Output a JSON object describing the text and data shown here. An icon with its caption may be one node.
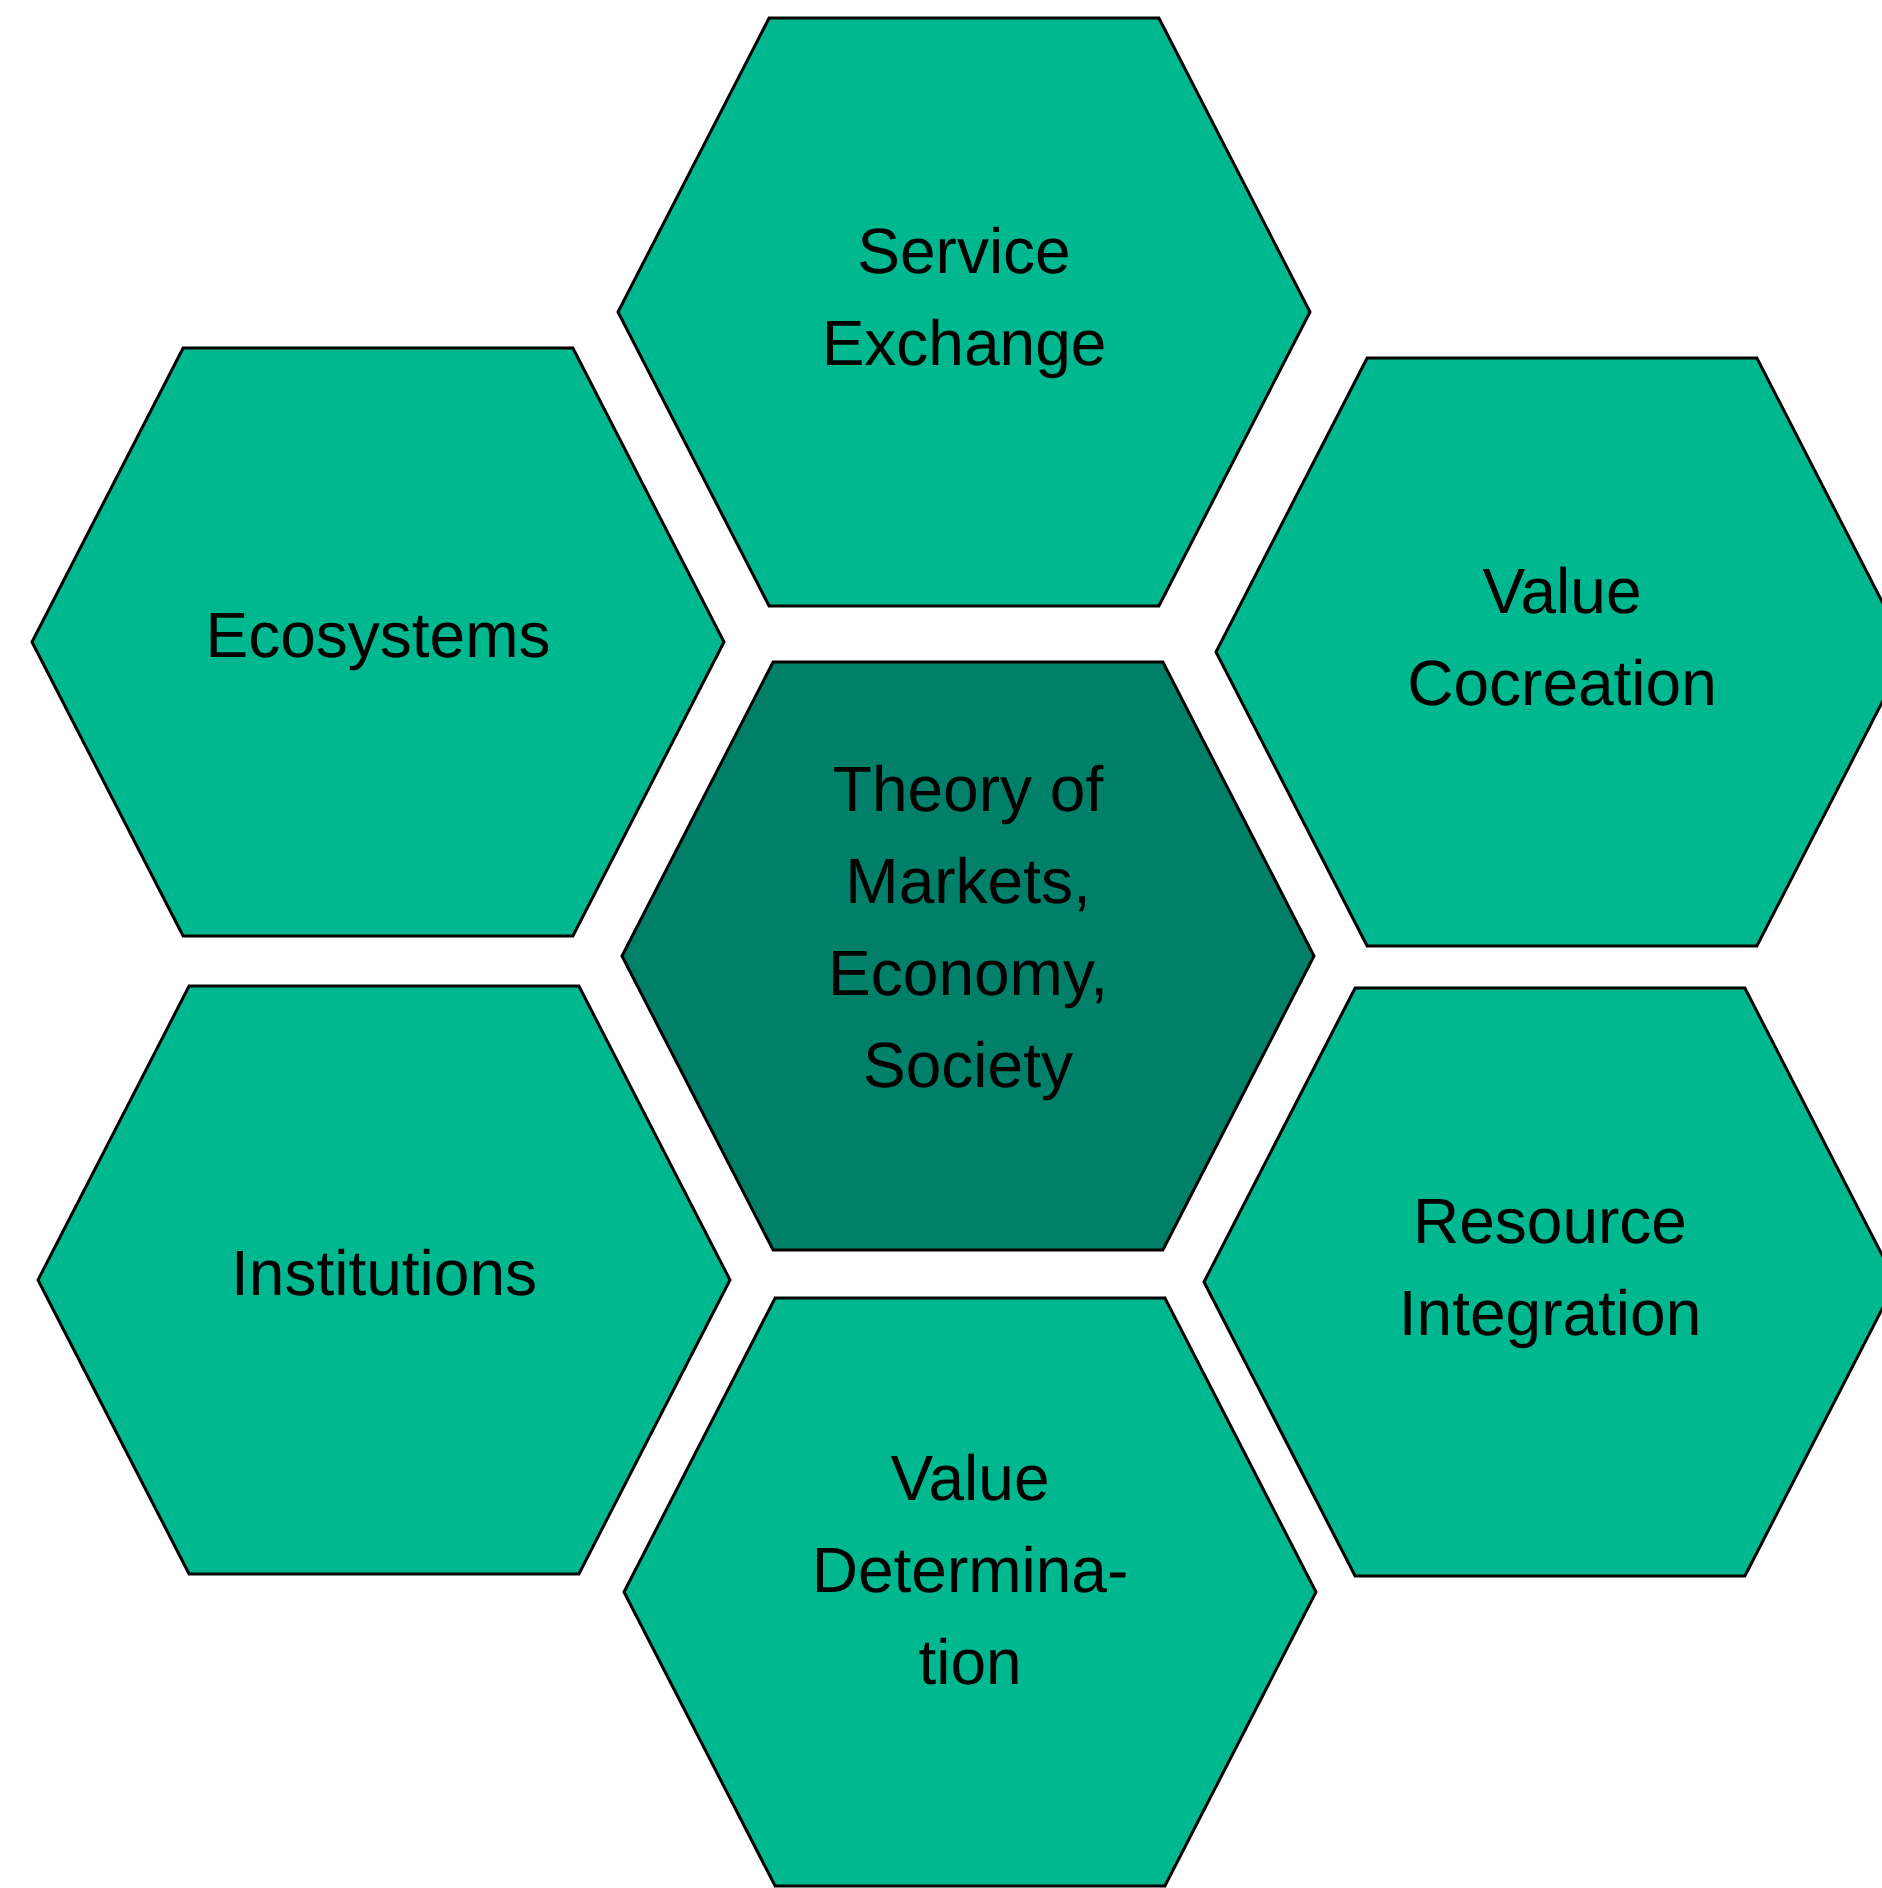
{
  "diagram": {
    "nodes": [
      {
        "text": [
          "Service Exchange"
        ]
      },
      {
        "text": [
          "Ecosystems"
        ]
      },
      {
        "text": [
          "Value Cocreation"
        ]
      },
      {
        "text": [
          "Theory of Markets, Economy, Society"
        ]
      },
      {
        "text": [
          "Institutions"
        ]
      },
      {
        "text": [
          "Resource Integration"
        ]
      },
      {
        "text": [
          "Value Determina- tion"
        ]
      }
    ],
    "edges": []
  }
}
